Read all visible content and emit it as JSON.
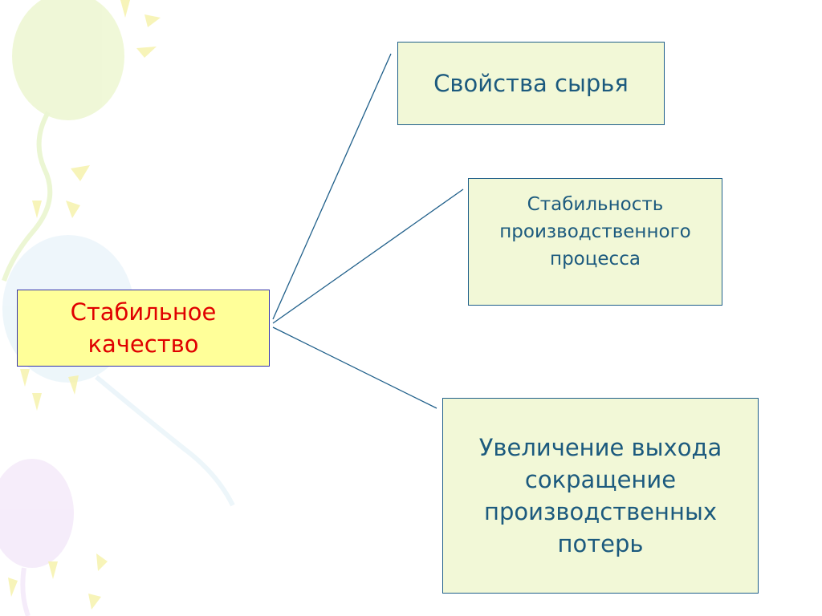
{
  "diagram": {
    "root": {
      "text": "Стабильное\nкачество"
    },
    "children": [
      {
        "text": "Свойства сырья"
      },
      {
        "text": "Стабильность\nпроизводственного\nпроцесса"
      },
      {
        "text": "Увеличение выхода\nсокращение\nпроизводственных\nпотерь"
      }
    ]
  },
  "colors": {
    "root_fill": "#ffff99",
    "root_text": "#e00000",
    "child_fill": "#f2f8d7",
    "child_text": "#1c5a7e",
    "connector": "#1f5f8a"
  }
}
